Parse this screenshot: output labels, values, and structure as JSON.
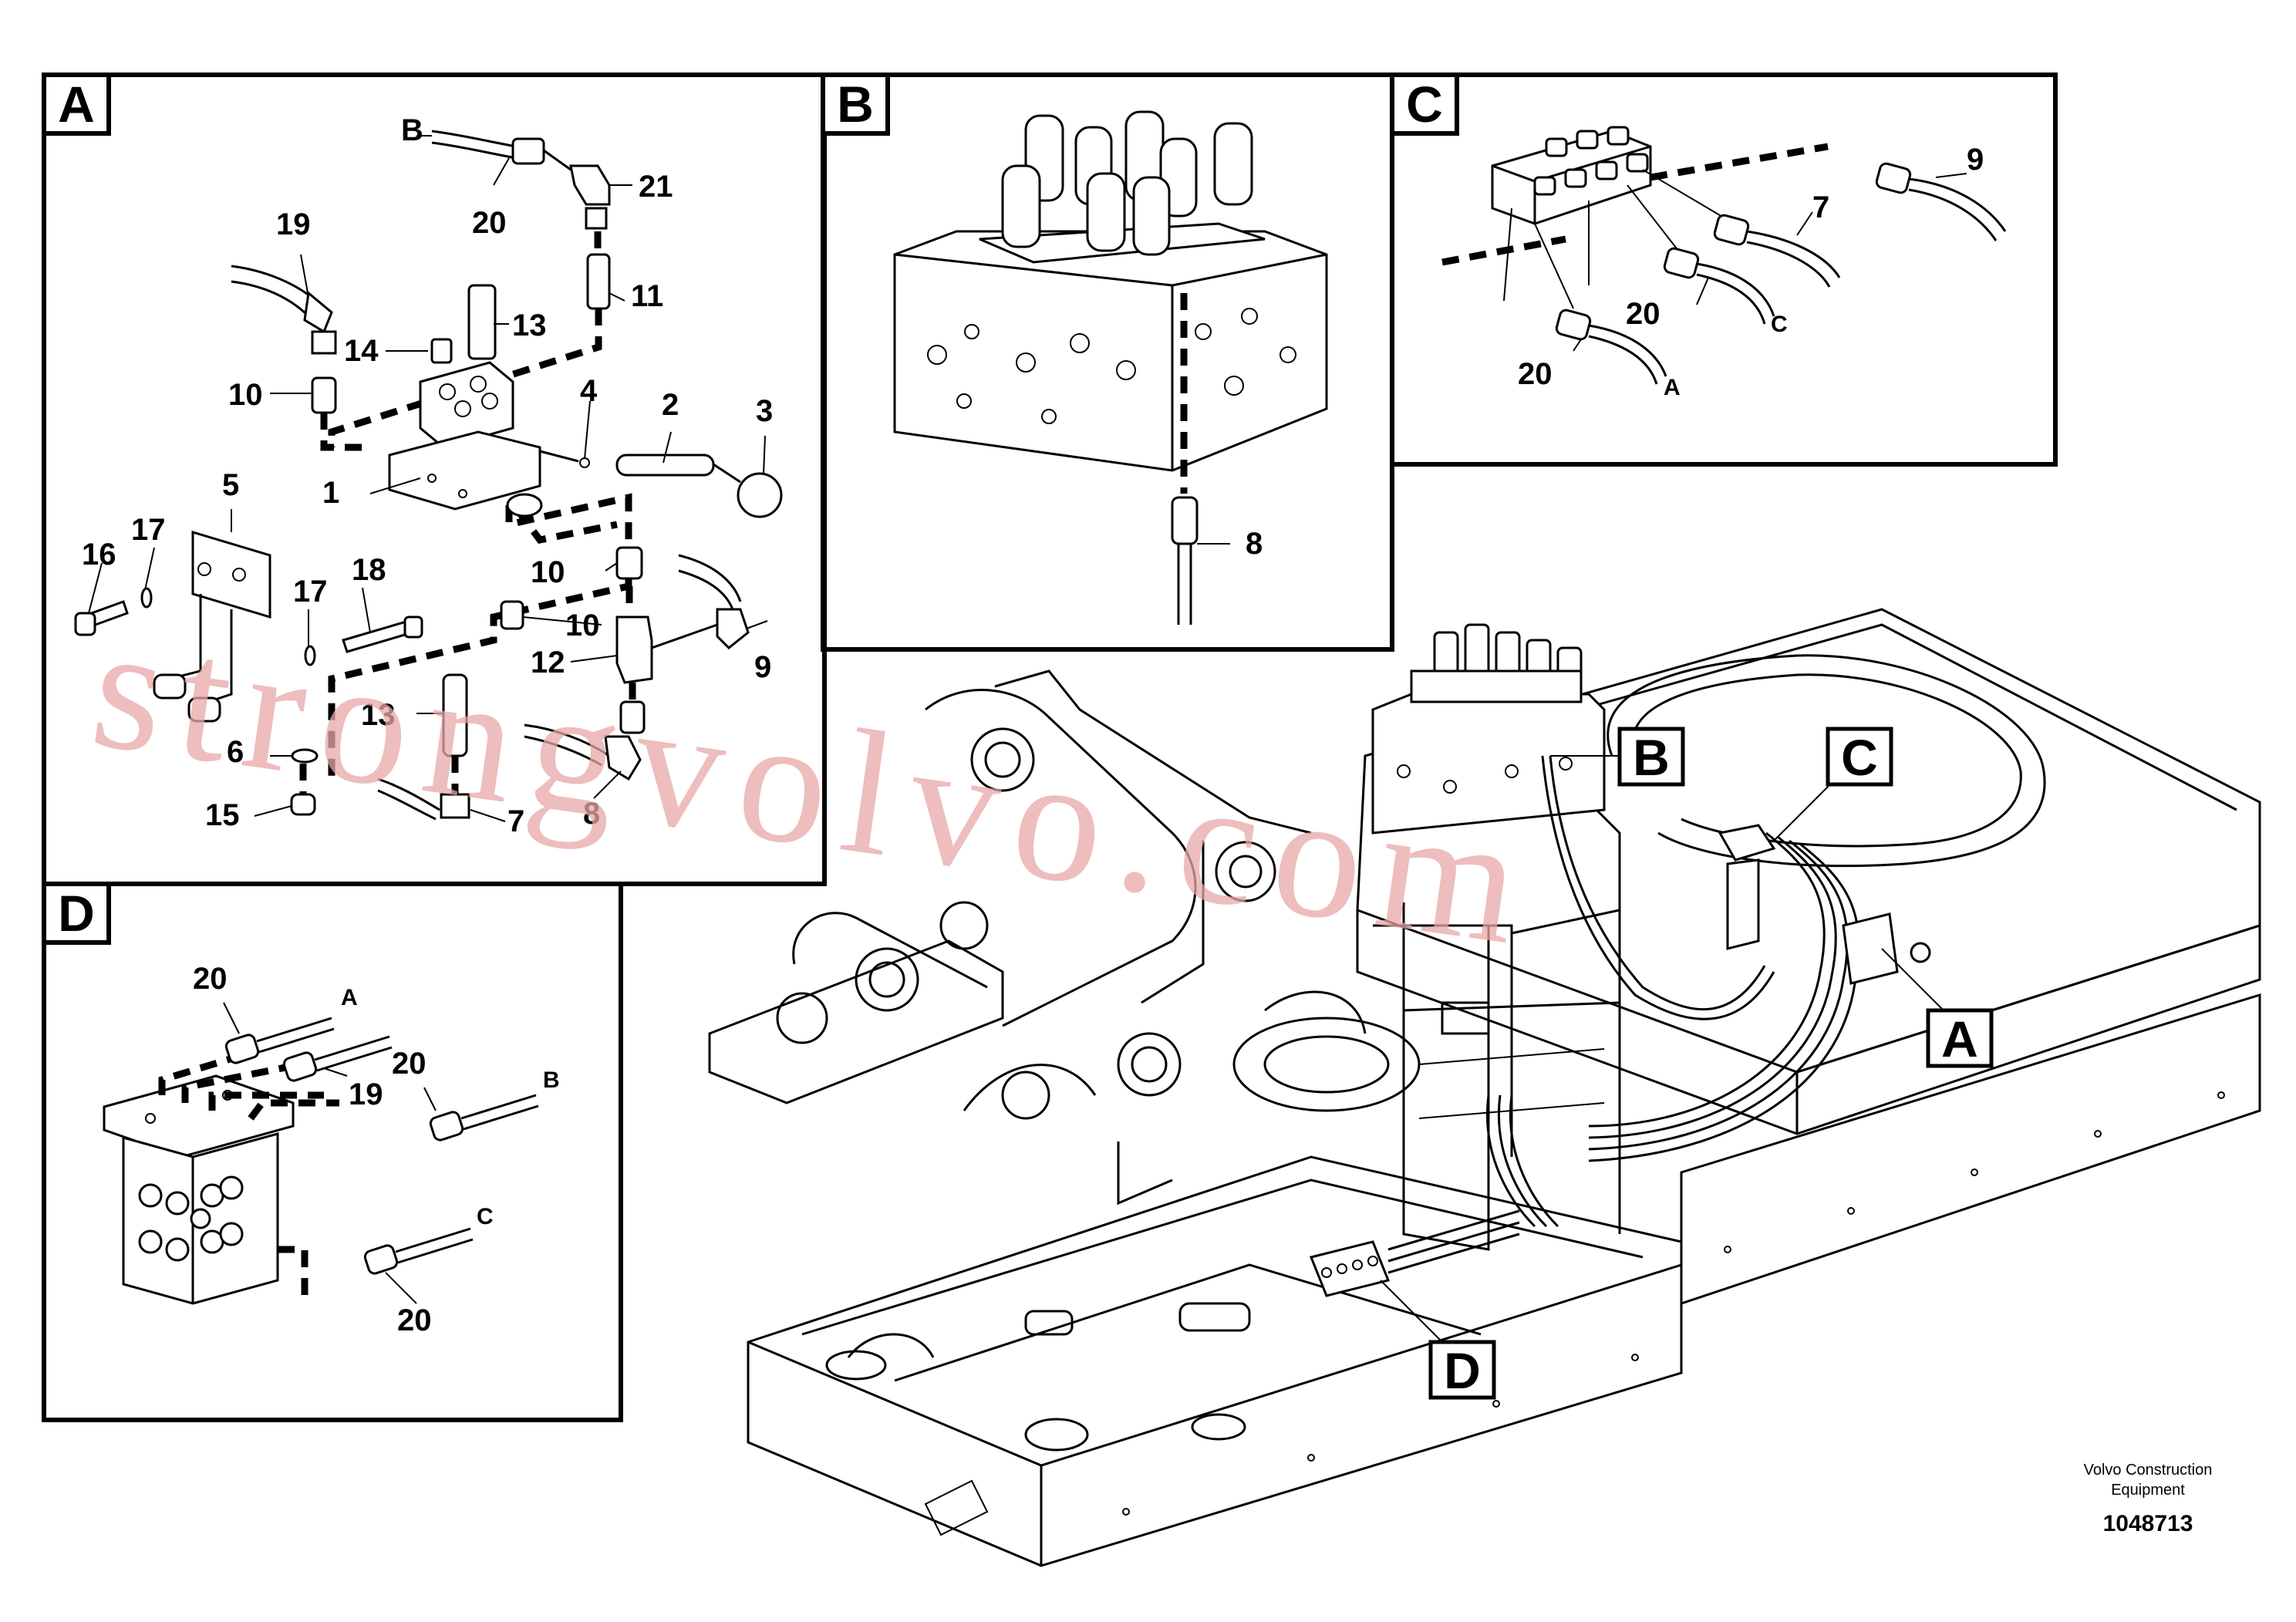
{
  "panels": {
    "A": "A",
    "B": "B",
    "C": "C",
    "D": "D"
  },
  "callouts": {
    "A": "A",
    "B": "B",
    "C": "C",
    "D": "D"
  },
  "detail_a": {
    "labels": [
      "B",
      "20",
      "21",
      "19",
      "11",
      "13",
      "14",
      "10",
      "4",
      "2",
      "3",
      "1",
      "5",
      "16",
      "17",
      "17",
      "18",
      "10",
      "10",
      "12",
      "9",
      "13",
      "6",
      "15",
      "7",
      "8"
    ]
  },
  "detail_b": {
    "labels": [
      "8"
    ]
  },
  "detail_c": {
    "labels": [
      "9",
      "7",
      "20",
      "C",
      "20",
      "A"
    ]
  },
  "detail_d": {
    "labels": [
      "20",
      "A",
      "19",
      "20",
      "B",
      "C",
      "20"
    ]
  },
  "credit": {
    "line1": "Volvo Construction",
    "line2": "Equipment",
    "number": "1048713"
  },
  "watermark": "strongvolvo.com"
}
